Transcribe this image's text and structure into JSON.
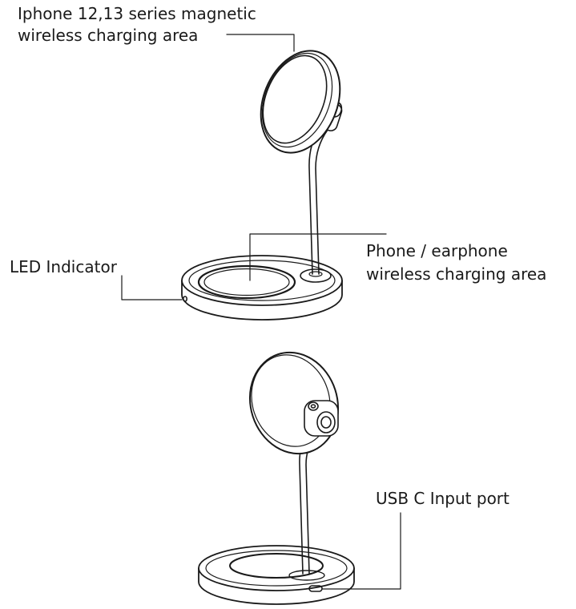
{
  "labels": {
    "magnetic_area_line1": "Iphone 12,13 series magnetic",
    "magnetic_area_line2": "wireless charging area",
    "led_indicator": "LED Indicator",
    "base_area_line1": "Phone / earphone",
    "base_area_line2": "wireless charging area",
    "usb_port": "USB C Input port"
  },
  "colors": {
    "stroke": "#1a1a1a",
    "text": "#1a1a1a",
    "background": "#ffffff"
  }
}
